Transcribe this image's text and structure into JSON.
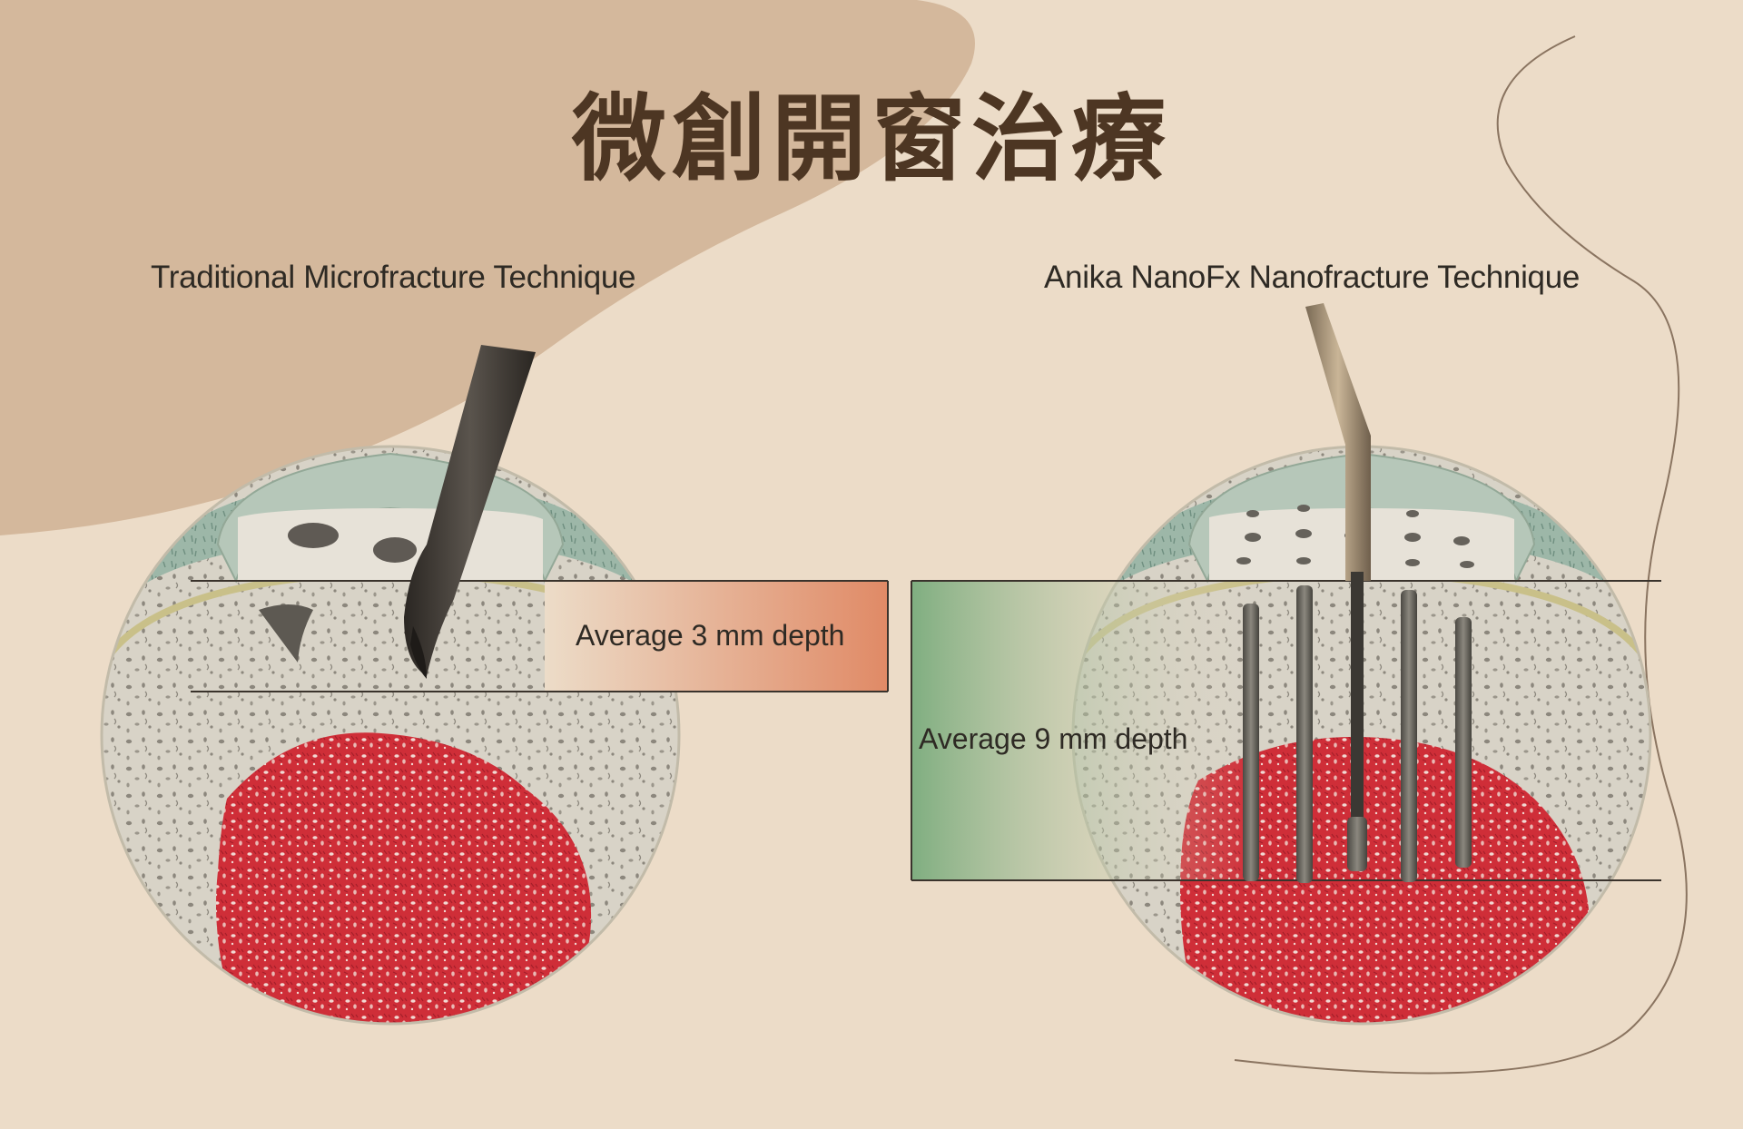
{
  "title": "微創開窗治療",
  "panels": {
    "left": {
      "label": "Traditional Microfracture Technique",
      "depth_label": "Average 3 mm depth"
    },
    "right": {
      "label": "Anika NanoFx Nanofracture Technique",
      "depth_label": "Average 9 mm depth"
    }
  },
  "colors": {
    "background": "#ecdcc8",
    "blob": "#d4b89c",
    "title": "#4d3623",
    "bone": "#d8d3c7",
    "cartilage": "#9db7a8",
    "marrow": "#cf2e38",
    "depth_left_gradient_end": "#e08a66",
    "depth_right_gradient_start": "#7fae80"
  }
}
